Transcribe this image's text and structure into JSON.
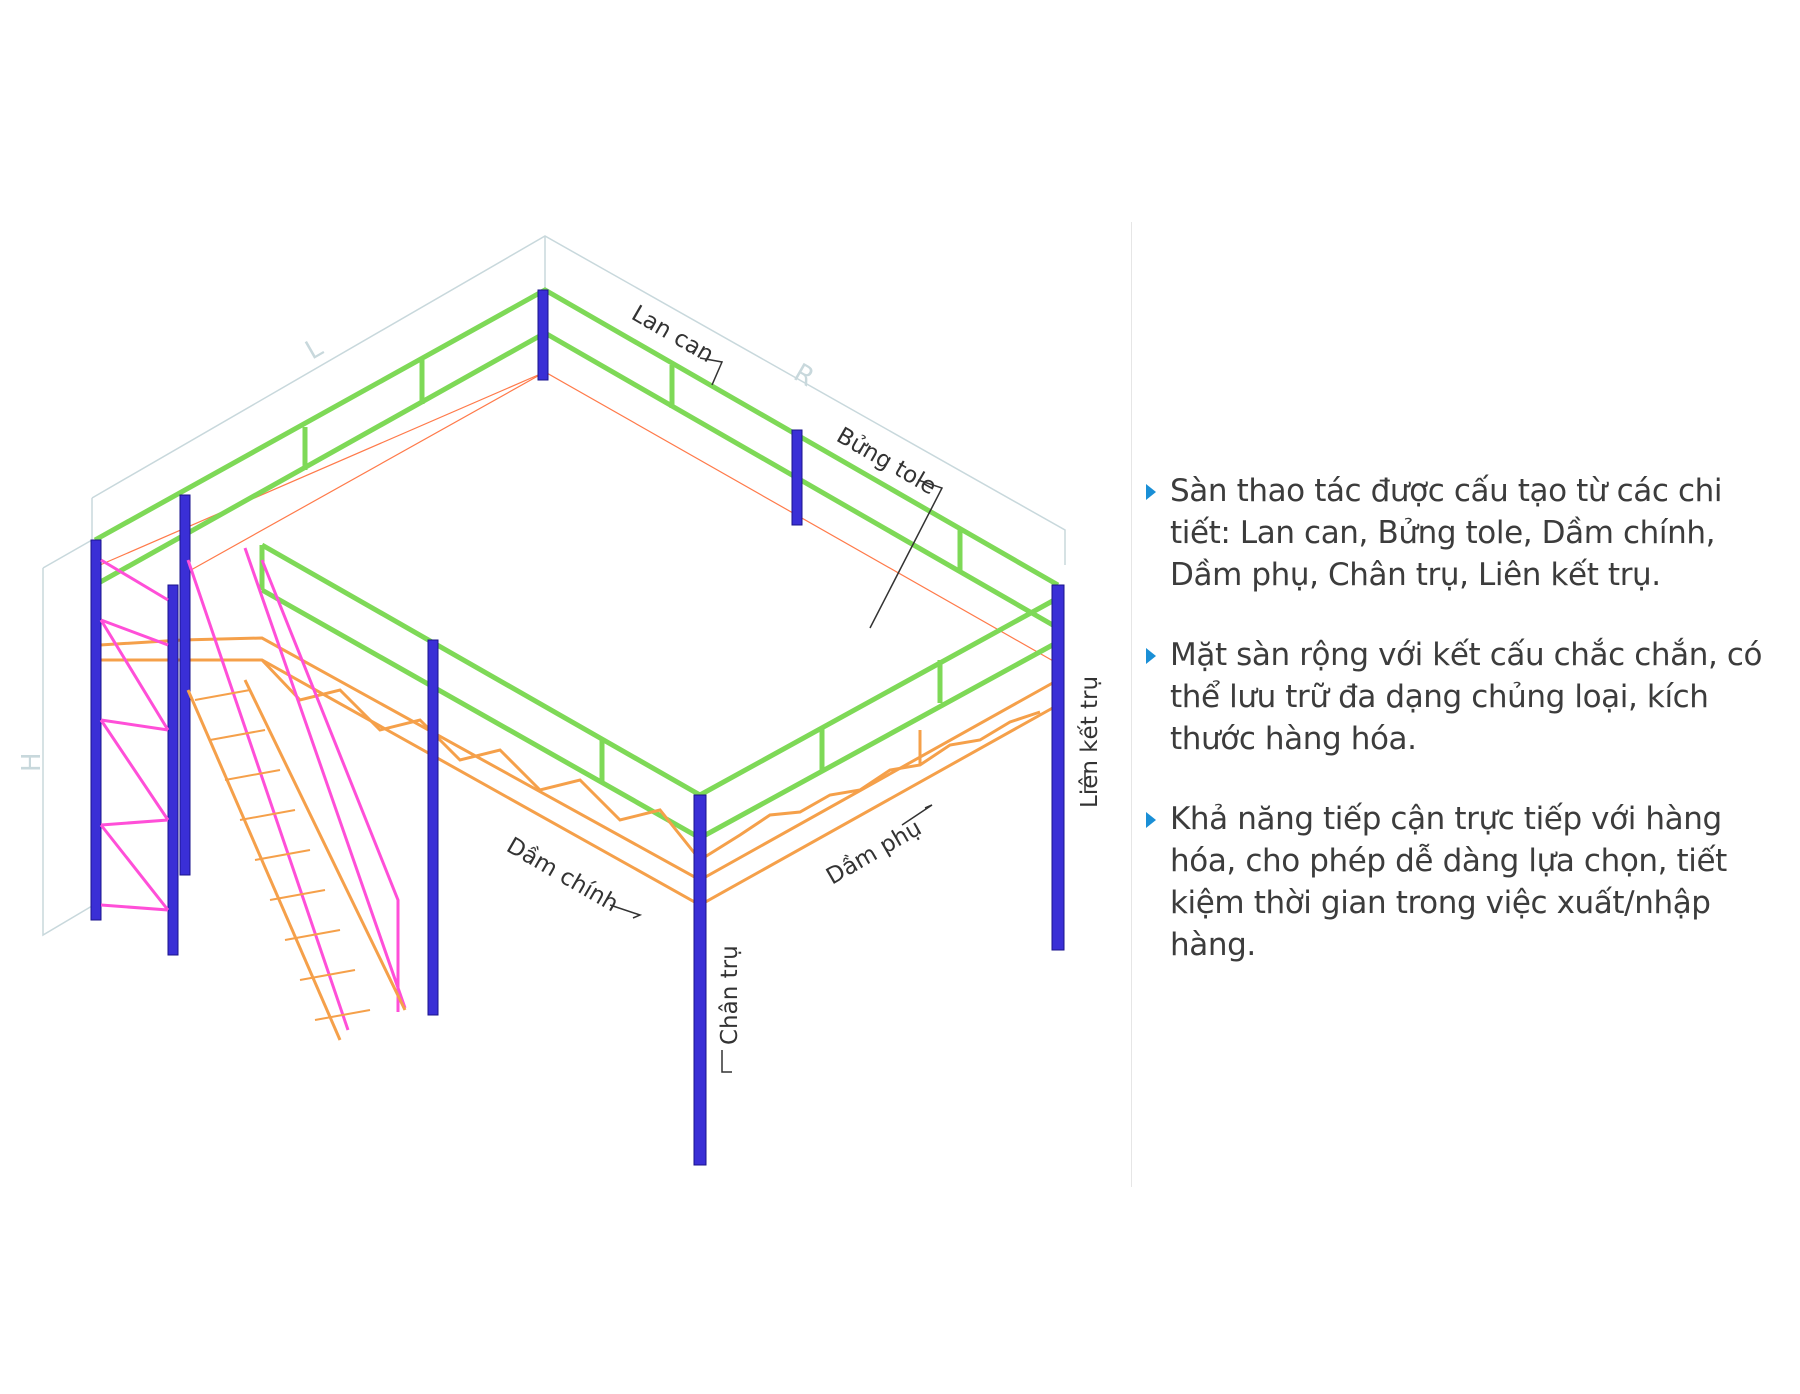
{
  "diagram": {
    "dimension_labels": {
      "length": "L",
      "width": "R",
      "height": "H"
    },
    "callouts": {
      "lan_can": "Lan can",
      "bung_tole": "Bửng tole",
      "dam_chinh": "Dầm chính",
      "dam_phu": "Dầm phụ",
      "chan_tru": "Chân trụ",
      "lien_ket_tru": "Liên kết trụ"
    },
    "colors": {
      "railing": "#7ed957",
      "column": "#3a2fd6",
      "beam": "#f5a04a",
      "stair": "#ff4fd8",
      "outline": "#c8d8dc",
      "floor_edge": "#ff7a4a"
    }
  },
  "bullets": [
    {
      "text": "Sàn thao tác được cấu tạo từ các chi tiết: Lan can, Bửng tole, Dầm chính, Dầm phụ, Chân trụ, Liên kết trụ."
    },
    {
      "text": "Mặt sàn rộng với kết cấu chắc chắn, có thể lưu trữ đa dạng chủng loại, kích thước hàng hóa."
    },
    {
      "text": "Khả năng tiếp cận trực tiếp với hàng hóa, cho phép dễ dàng lựa chọn, tiết kiệm thời gian trong việc xuất/nhập hàng."
    }
  ]
}
